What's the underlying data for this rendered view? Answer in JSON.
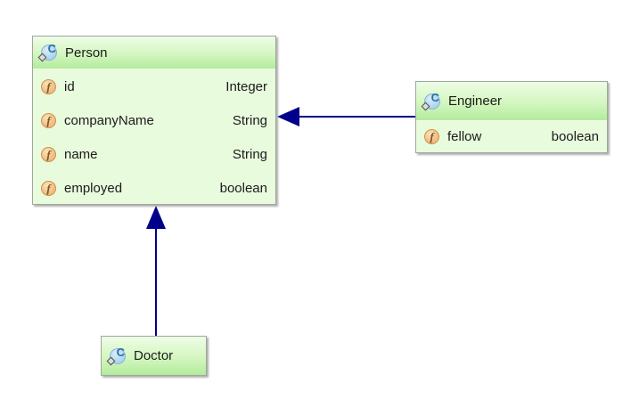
{
  "diagram": {
    "type": "uml-class-diagram",
    "classes": [
      {
        "name": "Person",
        "fields": [
          {
            "name": "id",
            "type": "Integer"
          },
          {
            "name": "companyName",
            "type": "String"
          },
          {
            "name": "name",
            "type": "String"
          },
          {
            "name": "employed",
            "type": "boolean"
          }
        ]
      },
      {
        "name": "Engineer",
        "fields": [
          {
            "name": "fellow",
            "type": "boolean"
          }
        ]
      },
      {
        "name": "Doctor",
        "fields": []
      }
    ],
    "relations": [
      {
        "from": "Engineer",
        "to": "Person",
        "kind": "inheritance-arrow"
      },
      {
        "from": "Doctor",
        "to": "Person",
        "kind": "inheritance-arrow"
      }
    ],
    "icons": {
      "class_icon": {
        "glyph": "C"
      },
      "field_icon": {
        "glyph": "f"
      }
    },
    "colors": {
      "canvas_bg": "#ffffff",
      "header_gradient_top": "#eefde6",
      "header_gradient_bottom": "#b3ec9c",
      "body_bg": "#e8fbdd",
      "box_border": "#9fa89c",
      "arrow": "#00008b",
      "class_icon_bg": "#b5d9f1",
      "class_icon_letter": "#2b6ea6",
      "field_icon_bg": "#f3c189",
      "field_icon_letter": "#7c5822",
      "text": "#1b1b1b"
    }
  }
}
